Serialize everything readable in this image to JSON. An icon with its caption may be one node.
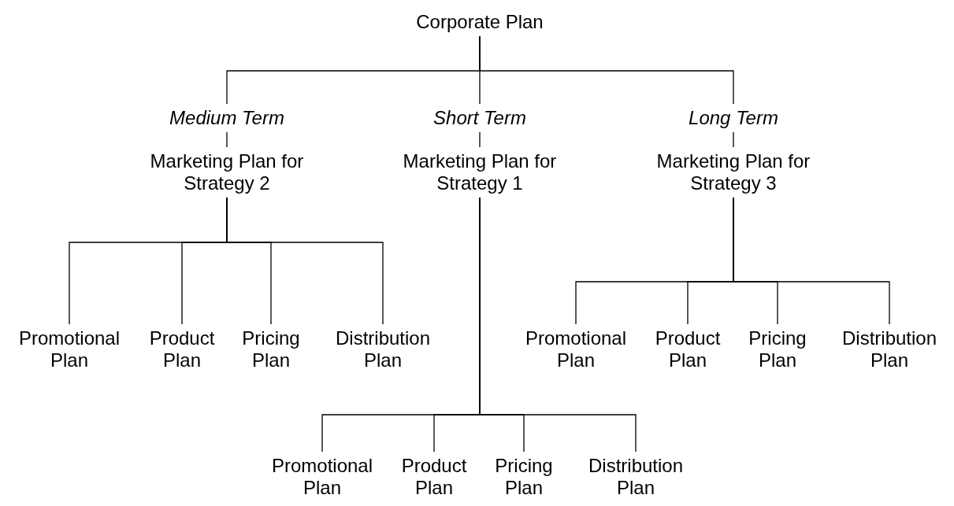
{
  "diagram": {
    "nodes": [
      {
        "text": [
          "Corporate Plan"
        ]
      },
      {
        "text": [
          "Medium Term"
        ]
      },
      {
        "text": [
          "Short Term"
        ]
      },
      {
        "text": [
          "Long Term"
        ]
      },
      {
        "text": [
          "Marketing Plan for Strategy 2"
        ]
      },
      {
        "text": [
          "Marketing Plan for Strategy 1"
        ]
      },
      {
        "text": [
          "Marketing Plan for Strategy 3"
        ]
      },
      {
        "text": [
          "Promotional Plan"
        ]
      },
      {
        "text": [
          "Product Plan"
        ]
      },
      {
        "text": [
          "Pricing Plan"
        ]
      },
      {
        "text": [
          "Distribution Plan"
        ]
      },
      {
        "text": [
          "Promotional Plan"
        ]
      },
      {
        "text": [
          "Product Plan"
        ]
      },
      {
        "text": [
          "Pricing Plan"
        ]
      },
      {
        "text": [
          "Distribution Plan"
        ]
      },
      {
        "text": [
          "Promotional Plan"
        ]
      },
      {
        "text": [
          "Product Plan"
        ]
      },
      {
        "text": [
          "Pricing Plan"
        ]
      },
      {
        "text": [
          "Distribution Plan"
        ]
      }
    ],
    "edges": [
      {
        "from": 0,
        "to": 1,
        "arrow": "none"
      },
      {
        "from": 0,
        "to": 2,
        "arrow": "none"
      },
      {
        "from": 0,
        "to": 3,
        "arrow": "none"
      },
      {
        "from": 1,
        "to": 4,
        "arrow": "none"
      },
      {
        "from": 2,
        "to": 5,
        "arrow": "none"
      },
      {
        "from": 3,
        "to": 6,
        "arrow": "none"
      },
      {
        "from": 4,
        "to": 7,
        "arrow": "none"
      },
      {
        "from": 4,
        "to": 8,
        "arrow": "none"
      },
      {
        "from": 4,
        "to": 9,
        "arrow": "none"
      },
      {
        "from": 4,
        "to": 10,
        "arrow": "none"
      },
      {
        "from": 6,
        "to": 11,
        "arrow": "none"
      },
      {
        "from": 6,
        "to": 12,
        "arrow": "none"
      },
      {
        "from": 6,
        "to": 13,
        "arrow": "none"
      },
      {
        "from": 6,
        "to": 14,
        "arrow": "none"
      },
      {
        "from": 5,
        "to": 15,
        "arrow": "none"
      },
      {
        "from": 5,
        "to": 16,
        "arrow": "none"
      },
      {
        "from": 5,
        "to": 17,
        "arrow": "none"
      },
      {
        "from": 5,
        "to": 18,
        "arrow": "none"
      }
    ]
  }
}
